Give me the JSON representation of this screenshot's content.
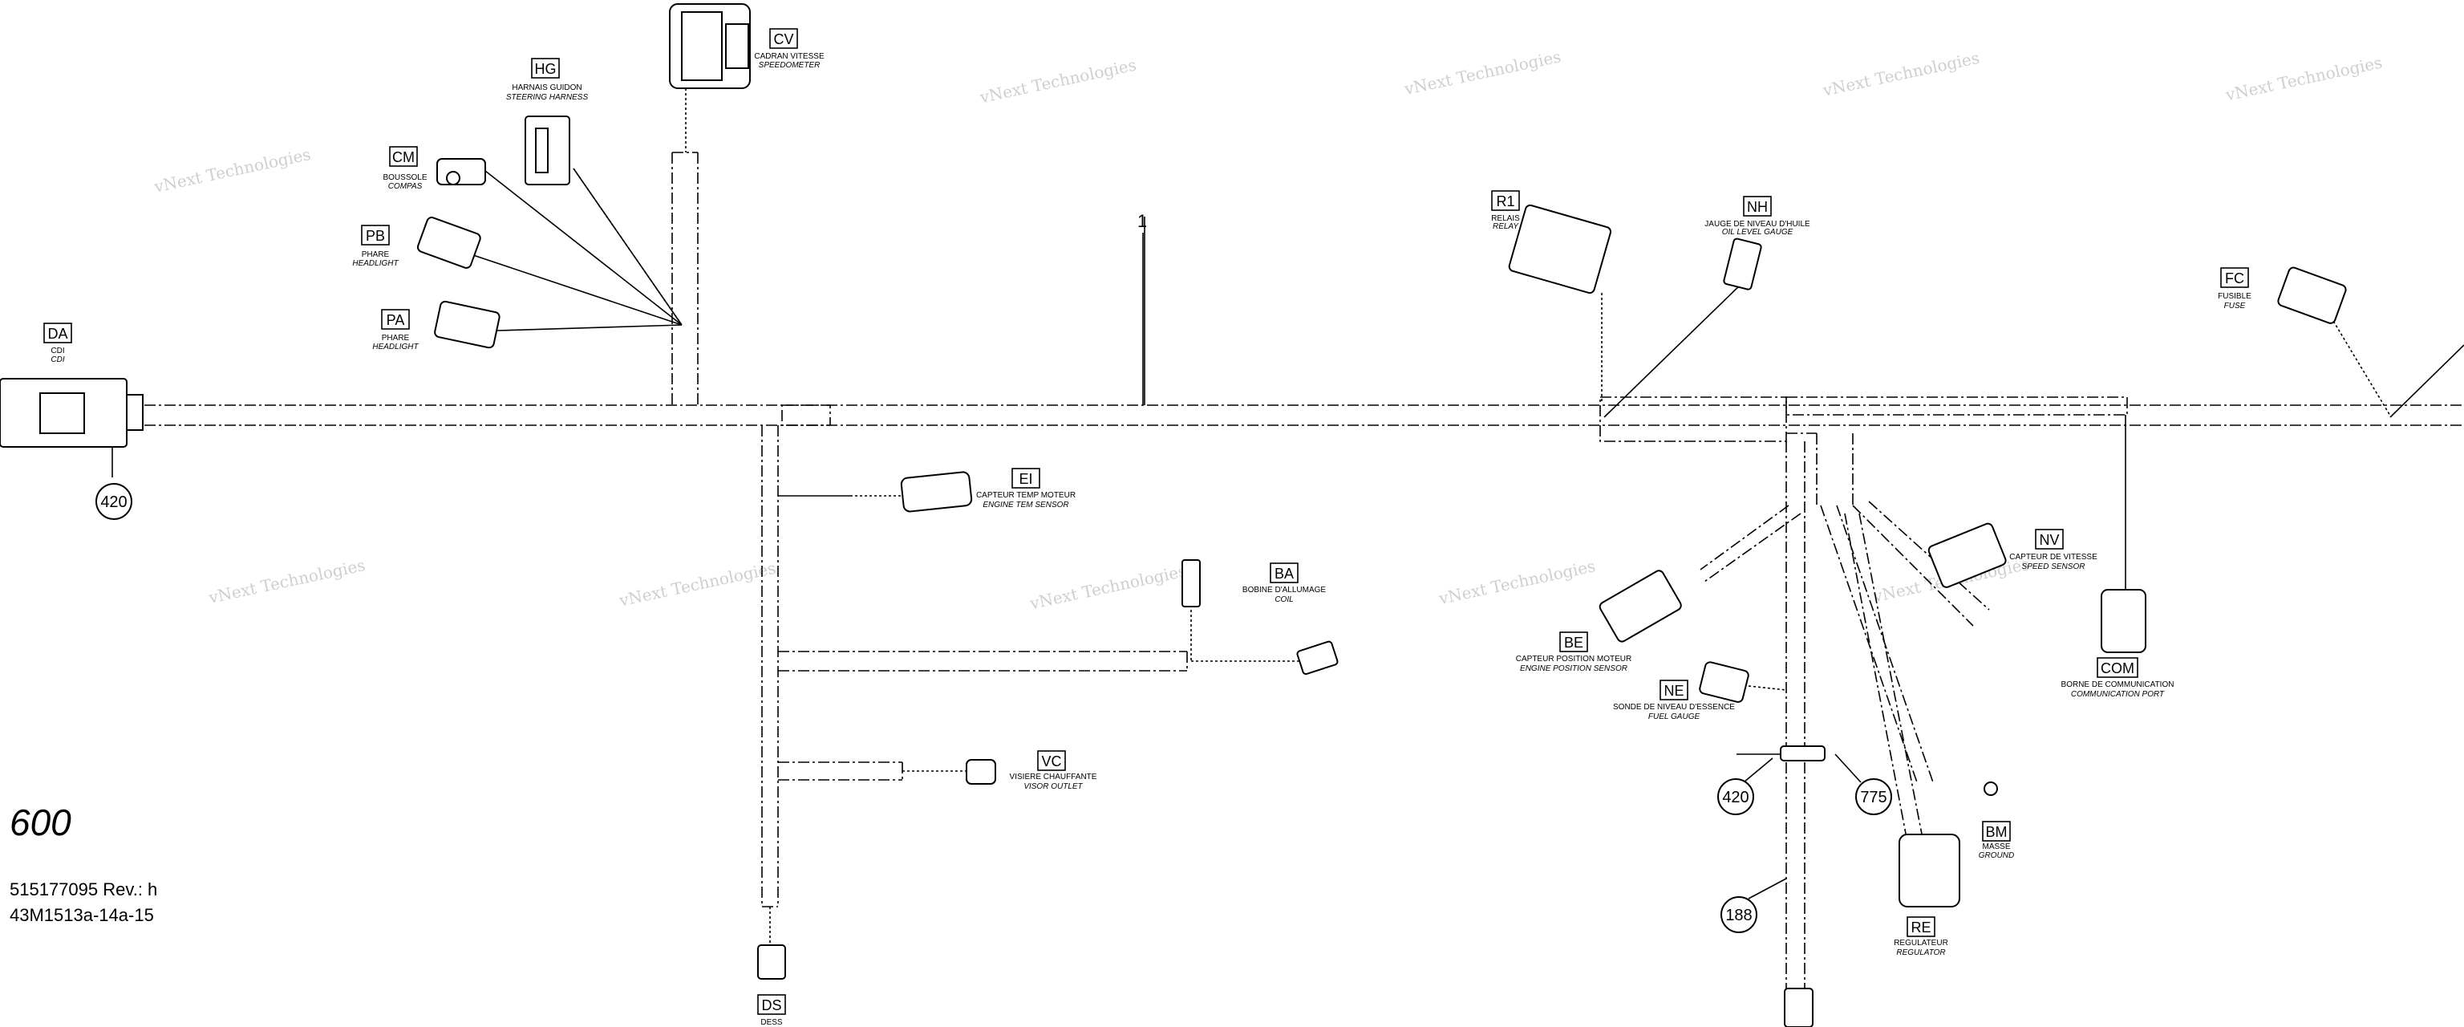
{
  "diagram": {
    "model": "600",
    "part_number": "515177095 Rev.: h",
    "figure_ref": "43M1513a-14a-15",
    "main_ref": "1",
    "watermark": "vNext Technologies",
    "connectors": [
      {
        "code": "CV",
        "fr": "CADRAN VITESSE",
        "en": "SPEEDOMETER"
      },
      {
        "code": "HG",
        "fr": "HARNAIS GUIDON",
        "en": "STEERING HARNESS"
      },
      {
        "code": "CM",
        "fr": "BOUSSOLE",
        "en": "COMPAS"
      },
      {
        "code": "PB",
        "fr": "PHARE",
        "en": "HEADLIGHT"
      },
      {
        "code": "PA",
        "fr": "PHARE",
        "en": "HEADLIGHT"
      },
      {
        "code": "DA",
        "fr": "CDI",
        "en": "CDI"
      },
      {
        "code": "EI",
        "fr": "CAPTEUR TEMP MOTEUR",
        "en": "ENGINE TEM SENSOR"
      },
      {
        "code": "BA",
        "fr": "BOBINE D'ALLUMAGE",
        "en": "COIL"
      },
      {
        "code": "VC",
        "fr": "VISIERE CHAUFFANTE",
        "en": "VISOR OUTLET"
      },
      {
        "code": "DS",
        "fr": "DESS",
        "en": ""
      },
      {
        "code": "R1",
        "fr": "RELAIS",
        "en": "RELAY"
      },
      {
        "code": "NH",
        "fr": "JAUGE DE NIVEAU D'HUILE",
        "en": "OIL LEVEL GAUGE"
      },
      {
        "code": "FC",
        "fr": "FUSIBLE",
        "en": "FUSE"
      },
      {
        "code": "NV",
        "fr": "CAPTEUR DE VITESSE",
        "en": "SPEED SENSOR"
      },
      {
        "code": "BE",
        "fr": "CAPTEUR POSITION MOTEUR",
        "en": "ENGINE POSITION SENSOR"
      },
      {
        "code": "NE",
        "fr": "SONDE DE NIVEAU D'ESSENCE",
        "en": "FUEL GAUGE"
      },
      {
        "code": "COM",
        "fr": "BORNE DE COMMUNICATION",
        "en": "COMMUNICATION PORT"
      },
      {
        "code": "BM",
        "fr": "MASSE",
        "en": "GROUND"
      },
      {
        "code": "RE",
        "fr": "REGULATEUR",
        "en": "REGULATOR"
      }
    ],
    "callouts": [
      "420",
      "420",
      "775",
      "188"
    ]
  }
}
